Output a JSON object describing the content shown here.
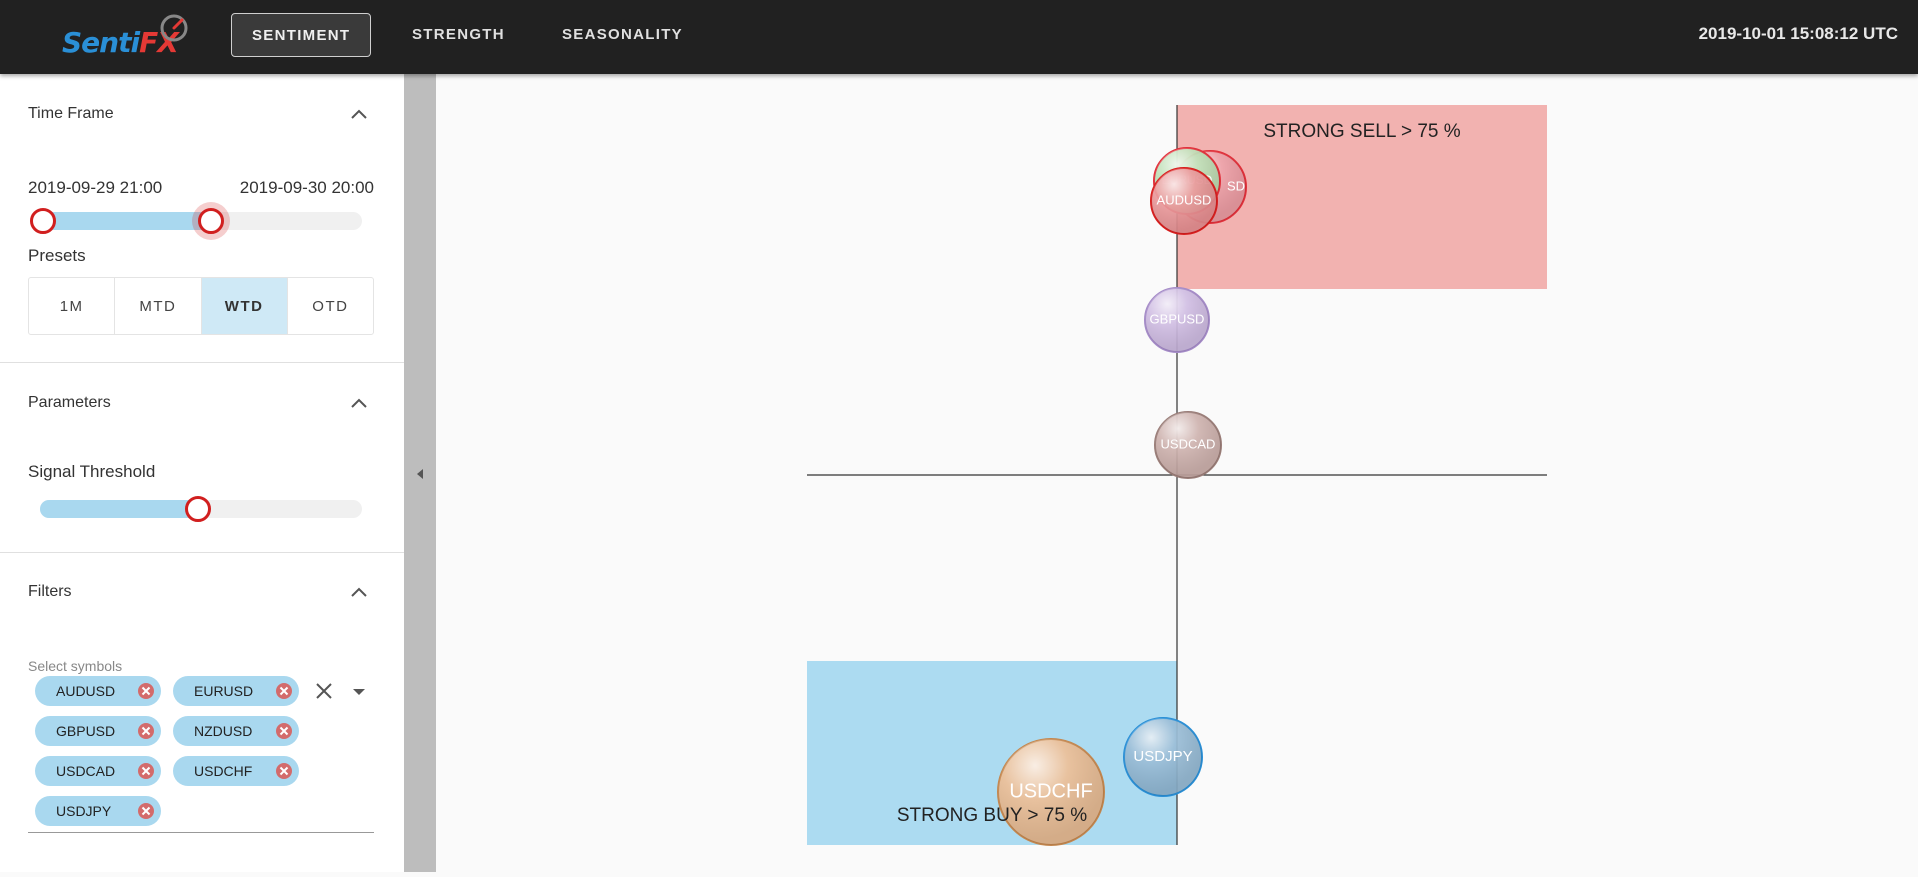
{
  "app": {
    "logo_senti": "Senti",
    "logo_fx": "FX",
    "clock": "2019-10-01 15:08:12 UTC"
  },
  "nav": {
    "tabs": [
      {
        "label": "SENTIMENT",
        "active": true
      },
      {
        "label": "STRENGTH",
        "active": false
      },
      {
        "label": "SEASONALITY",
        "active": false
      }
    ]
  },
  "sidebar": {
    "time_frame": {
      "title": "Time Frame",
      "start_label": "2019-09-29 21:00",
      "end_label": "2019-09-30 20:00",
      "range_start_fraction": 0.0,
      "range_end_fraction": 0.54,
      "presets_label": "Presets",
      "presets": [
        {
          "label": "1M",
          "selected": false
        },
        {
          "label": "MTD",
          "selected": false
        },
        {
          "label": "WTD",
          "selected": true
        },
        {
          "label": "OTD",
          "selected": false
        }
      ]
    },
    "parameters": {
      "title": "Parameters",
      "threshold_label": "Signal Threshold",
      "threshold_fraction": 0.5
    },
    "filters": {
      "title": "Filters",
      "select_label": "Select symbols",
      "chips": [
        "AUDUSD",
        "EURUSD",
        "GBPUSD",
        "NZDUSD",
        "USDCAD",
        "USDCHF",
        "USDJPY"
      ]
    }
  },
  "chart_data": {
    "type": "scatter",
    "zones": [
      {
        "label": "STRONG SELL > 75 %",
        "color": "#f2b2b0"
      },
      {
        "label": "STRONG BUY > 75 %",
        "color": "#acdbf1"
      }
    ],
    "points": [
      {
        "symbol": "NZDUSD",
        "label": "NZDUSD",
        "color": "#ec9aa2",
        "stroke": "#e0303a"
      },
      {
        "symbol": "EURUSD",
        "label": "EURUSD",
        "color": "#b8dcb0",
        "stroke": "#e0303a"
      },
      {
        "symbol": "AUDUSD",
        "label": "AUDUSD",
        "color": "#e88f91",
        "stroke": "#d81e1e"
      },
      {
        "symbol": "GBPUSD",
        "label": "GBPUSD",
        "color": "#cbb6e0",
        "stroke": "#a58bc8"
      },
      {
        "symbol": "USDCAD",
        "label": "USDCAD",
        "color": "#c9aaa6",
        "stroke": "#9a7d78"
      },
      {
        "symbol": "USDJPY",
        "label": "USDJPY",
        "color": "#8fb6d3",
        "stroke": "#2a8fd6"
      },
      {
        "symbol": "USDCHF",
        "label": "USDCHF",
        "color": "#eab98c",
        "stroke": "#c4874f"
      }
    ]
  }
}
